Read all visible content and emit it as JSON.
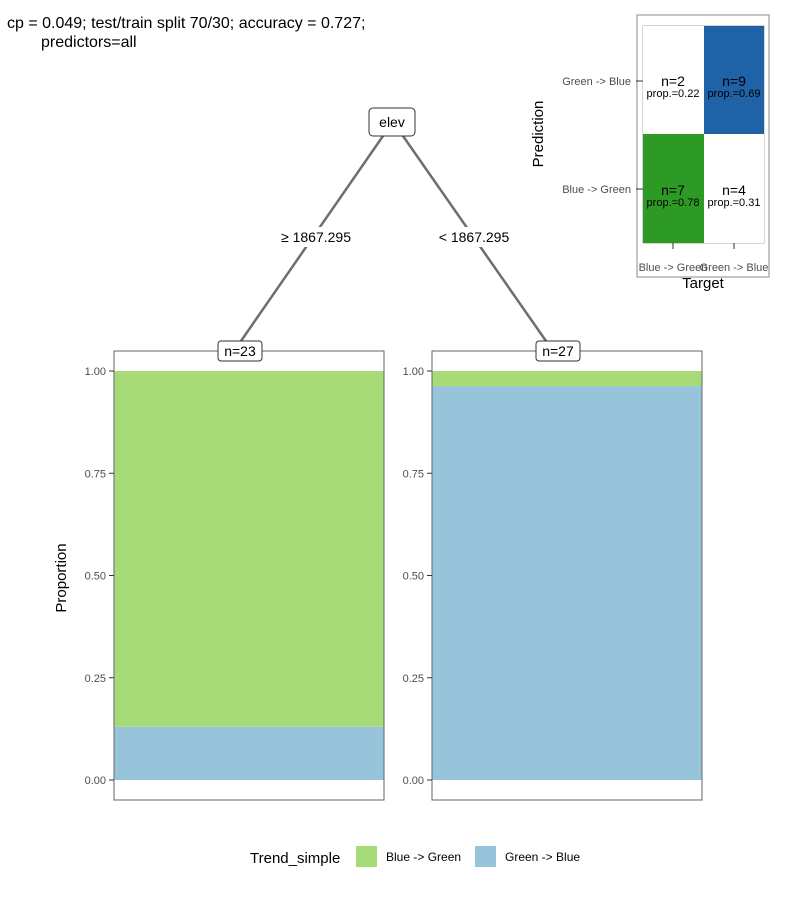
{
  "title_line1": "cp = 0.049; test/train split 70/30; accuracy = 0.727;",
  "title_line2": "predictors=all",
  "colors": {
    "blue_to_green": "#a6db77",
    "green_to_blue": "#97c3db",
    "cm_green": "#2e9a26",
    "cm_blue": "#1f62a6",
    "edge": "#6e6e6e"
  },
  "chart_data": [
    {
      "type": "tree",
      "root": {
        "label": "elev"
      },
      "edges": [
        {
          "label": "≥  1867.295"
        },
        {
          "label": "<  1867.295"
        }
      ]
    },
    {
      "type": "bar",
      "stacked": true,
      "node_label": "n=23",
      "ylabel": "Proportion",
      "ylim": [
        0,
        1
      ],
      "yticks": [
        "0.00",
        "0.25",
        "0.50",
        "0.75",
        "1.00"
      ],
      "series": [
        {
          "name": "Green -> Blue",
          "value": 0.13
        },
        {
          "name": "Blue -> Green",
          "value": 0.87
        }
      ]
    },
    {
      "type": "bar",
      "stacked": true,
      "node_label": "n=27",
      "ylim": [
        0,
        1
      ],
      "yticks": [
        "0.00",
        "0.25",
        "0.50",
        "0.75",
        "1.00"
      ],
      "series": [
        {
          "name": "Green -> Blue",
          "value": 0.963
        },
        {
          "name": "Blue -> Green",
          "value": 0.037
        }
      ]
    },
    {
      "type": "heatmap",
      "xlabel": "Target",
      "ylabel": "Prediction",
      "x_ticks": [
        "Blue -> Green",
        "Green -> Blue"
      ],
      "y_ticks": [
        "Green -> Blue",
        "Blue -> Green"
      ],
      "cells": [
        {
          "row": "Green -> Blue",
          "col": "Blue -> Green",
          "n": "n=2",
          "prop": "prop.=0.22"
        },
        {
          "row": "Green -> Blue",
          "col": "Green -> Blue",
          "n": "n=9",
          "prop": "prop.=0.69"
        },
        {
          "row": "Blue -> Green",
          "col": "Blue -> Green",
          "n": "n=7",
          "prop": "prop.=0.78"
        },
        {
          "row": "Blue -> Green",
          "col": "Green -> Blue",
          "n": "n=4",
          "prop": "prop.=0.31"
        }
      ]
    }
  ],
  "legend": {
    "title": "Trend_simple",
    "items": [
      "Blue -> Green",
      "Green -> Blue"
    ]
  }
}
